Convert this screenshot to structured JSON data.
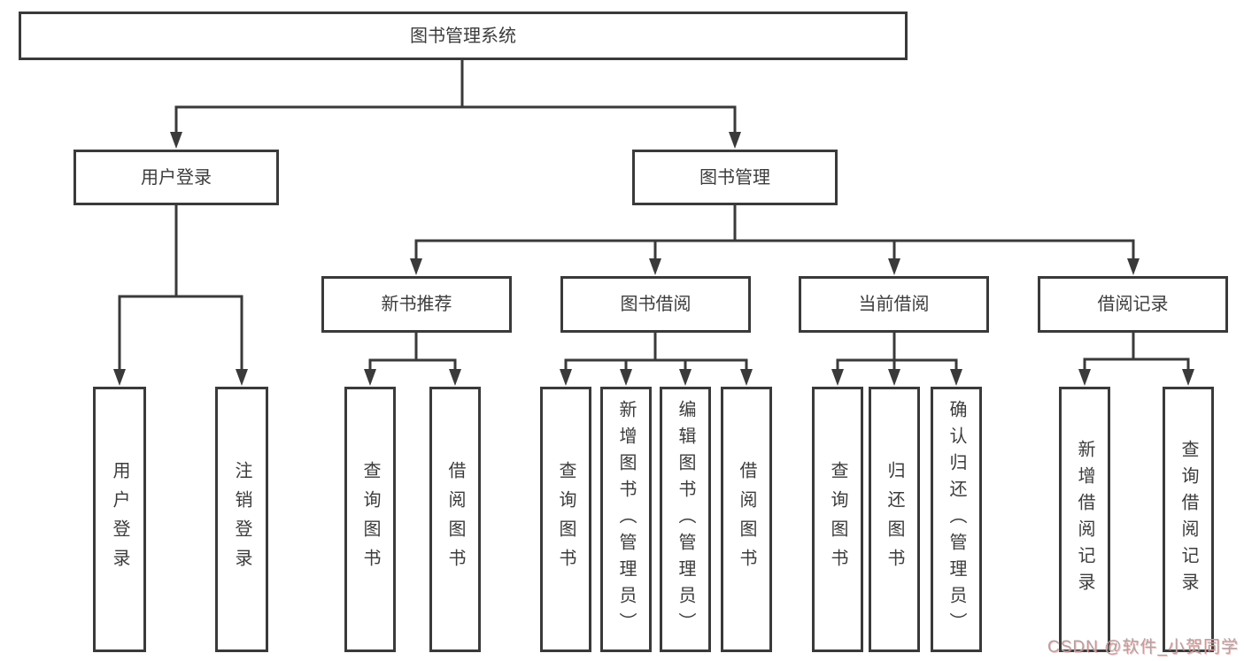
{
  "tree": {
    "root": {
      "label": "图书管理系统",
      "children": [
        {
          "label": "用户登录",
          "children": [
            {
              "label": "用户登录"
            },
            {
              "label": "注销登录"
            }
          ]
        },
        {
          "label": "图书管理",
          "children": [
            {
              "label": "新书推荐",
              "children": [
                {
                  "label": "查询图书"
                },
                {
                  "label": "借阅图书"
                }
              ]
            },
            {
              "label": "图书借阅",
              "children": [
                {
                  "label": "查询图书"
                },
                {
                  "label": "新增图书（管理员）"
                },
                {
                  "label": "编辑图书（管理员）"
                },
                {
                  "label": "借阅图书"
                }
              ]
            },
            {
              "label": "当前借阅",
              "children": [
                {
                  "label": "查询图书"
                },
                {
                  "label": "归还图书"
                },
                {
                  "label": "确认归还（管理员）"
                }
              ]
            },
            {
              "label": "借阅记录",
              "children": [
                {
                  "label": "新增借阅记录"
                },
                {
                  "label": "查询借阅记录"
                }
              ]
            }
          ]
        }
      ]
    }
  },
  "watermark": {
    "text": "CSDN @软件_小贺同学"
  },
  "colors": {
    "line": "#3a3a3a",
    "text": "#3c3c3c",
    "background": "#ffffff",
    "watermark": "#b3a2a3"
  }
}
